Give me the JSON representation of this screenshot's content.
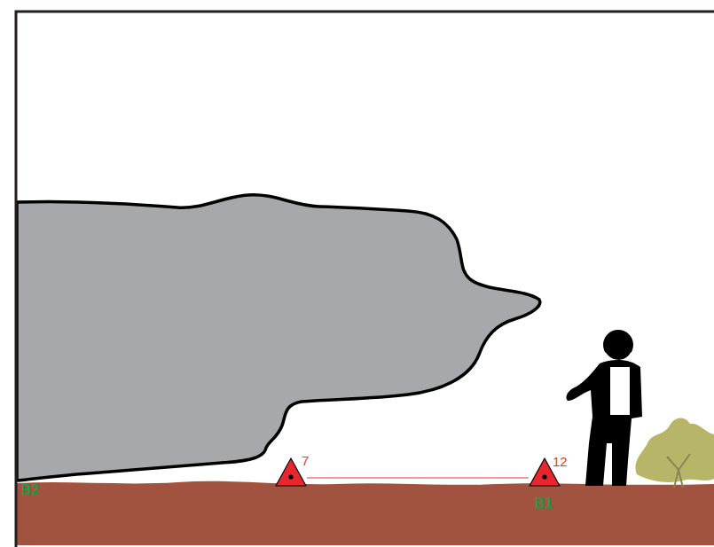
{
  "diagram": {
    "nodes": [
      {
        "text": [
          "7"
        ]
      },
      {
        "text": [
          "12"
        ]
      }
    ],
    "edges": [
      {
        "from": 0,
        "to": 1,
        "arrow": "none"
      }
    ],
    "labels": [
      "B2",
      "B1"
    ]
  }
}
